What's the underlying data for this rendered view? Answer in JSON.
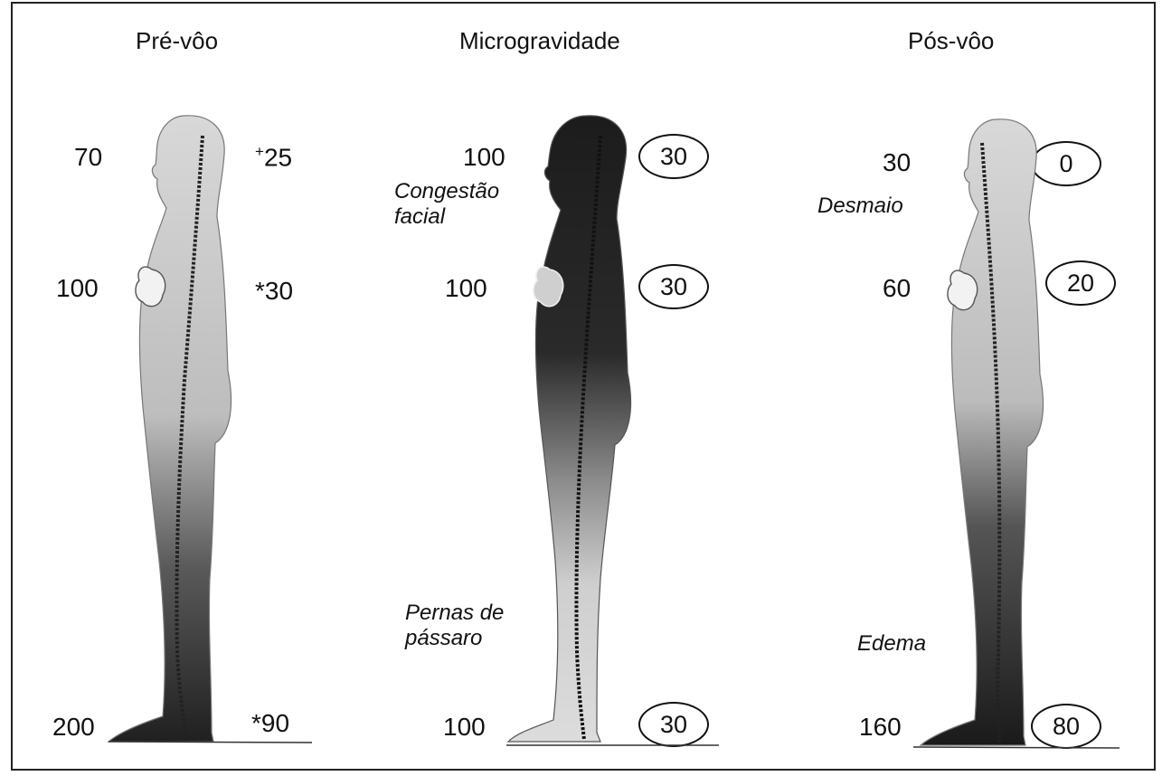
{
  "panels": [
    {
      "title": "Pré-vôo",
      "left_values": [
        "70",
        "100",
        "200"
      ],
      "right_head_plus": "+",
      "right_head": "25",
      "right_chest": "*30",
      "right_feet": "*90",
      "shading": {
        "light": "#d8d8d8",
        "dark": "#202020"
      }
    },
    {
      "title": "Microgravidade",
      "left_values": [
        "100",
        "100",
        "100"
      ],
      "circled": [
        "30",
        "30",
        "30"
      ],
      "note_upper": [
        "Congestão",
        "facial"
      ],
      "note_lower": [
        "Pernas de",
        "pássaro"
      ],
      "shading": {
        "light": "#dcdcdc",
        "dark": "#1c1c1c"
      }
    },
    {
      "title": "Pós-vôo",
      "left_values": [
        "30",
        "60",
        "160"
      ],
      "circled": [
        "0",
        "20",
        "80"
      ],
      "note_upper": [
        "Desmaio"
      ],
      "note_lower": [
        "Edema"
      ],
      "shading": {
        "light": "#d8d8d8",
        "dark": "#1a1a1a"
      }
    }
  ]
}
